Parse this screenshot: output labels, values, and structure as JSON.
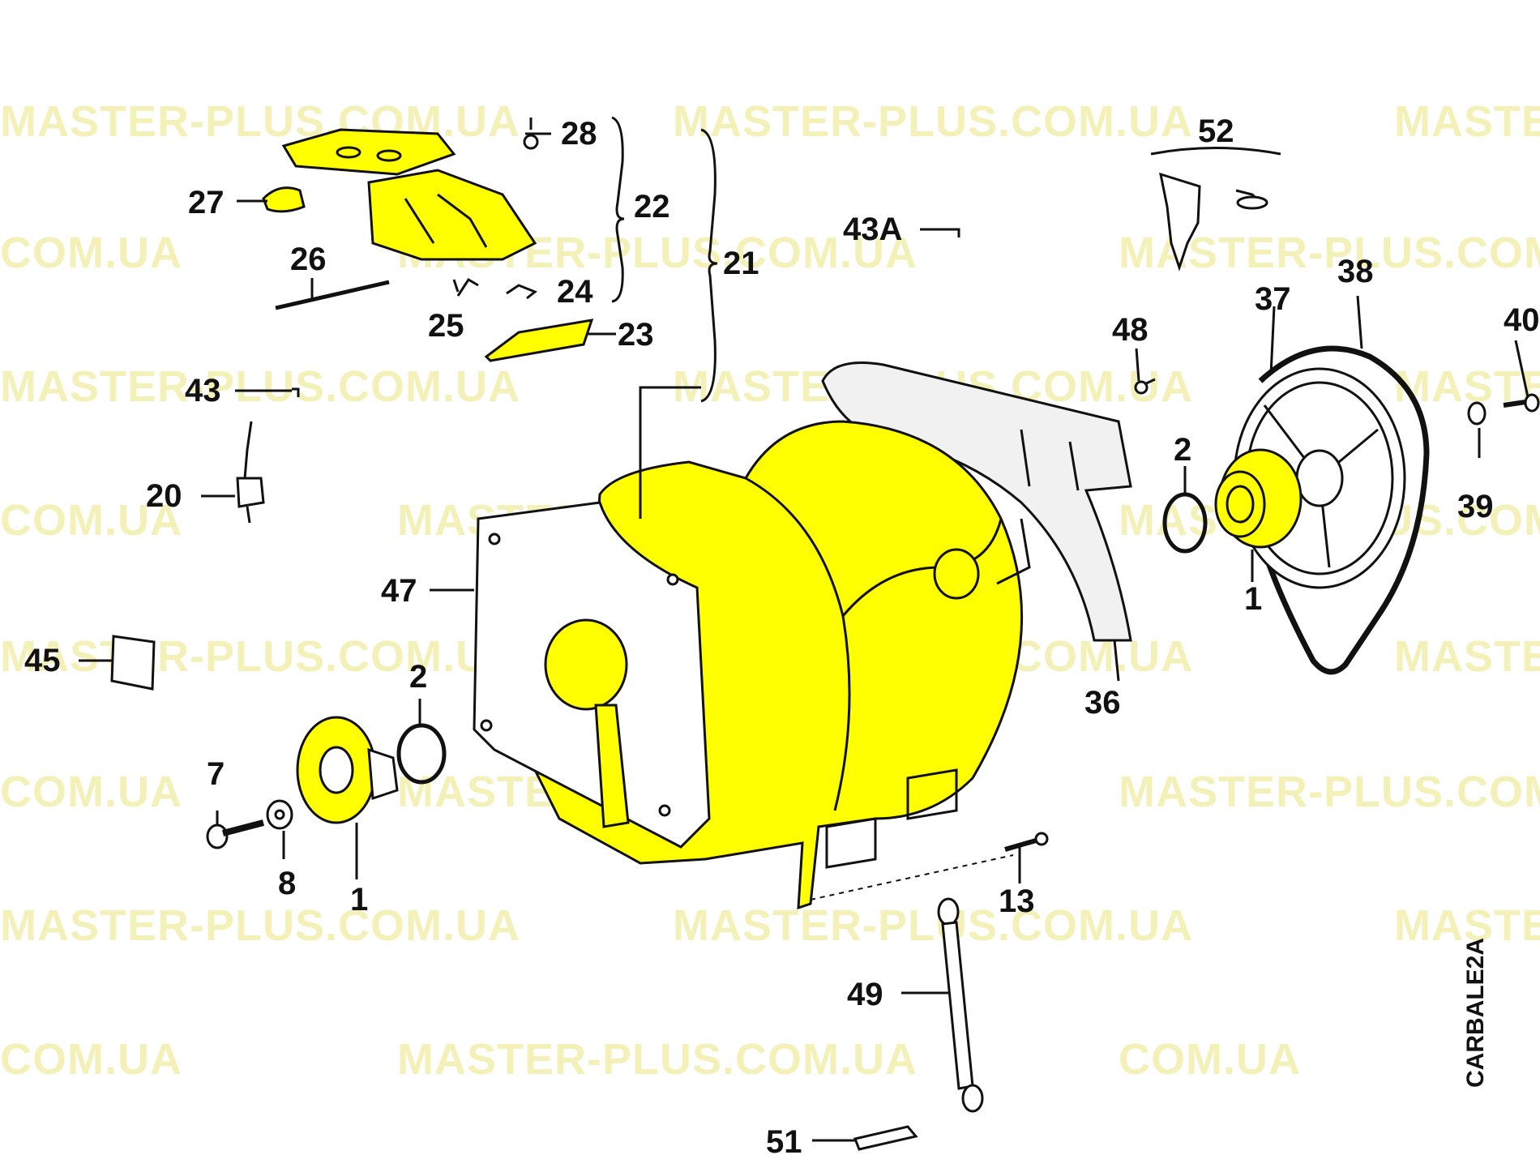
{
  "watermark": {
    "text": "MASTER-PLUS.COM.UA",
    "text_short": "COM.UA",
    "text_right": "MASTE",
    "text_right_short": "COM.UA",
    "text_middle": "MASTER-PLUS.COM.UA"
  },
  "diagram_code": "CARBALE2A",
  "colors": {
    "highlight": "#ffff00",
    "outline": "#111111",
    "watermark": "#f3f1b8"
  },
  "labels": {
    "p1a": "1",
    "p1b": "1",
    "p2a": "2",
    "p2b": "2",
    "p7": "7",
    "p8": "8",
    "p13": "13",
    "p20": "20",
    "p21": "21",
    "p22": "22",
    "p23": "23",
    "p24": "24",
    "p25": "25",
    "p26": "26",
    "p27": "27",
    "p28": "28",
    "p36": "36",
    "p37": "37",
    "p38": "38",
    "p39": "39",
    "p40": "40",
    "p43": "43",
    "p43a": "43A",
    "p45": "45",
    "p47": "47",
    "p48": "48",
    "p49": "49",
    "p51": "51",
    "p52": "52"
  }
}
